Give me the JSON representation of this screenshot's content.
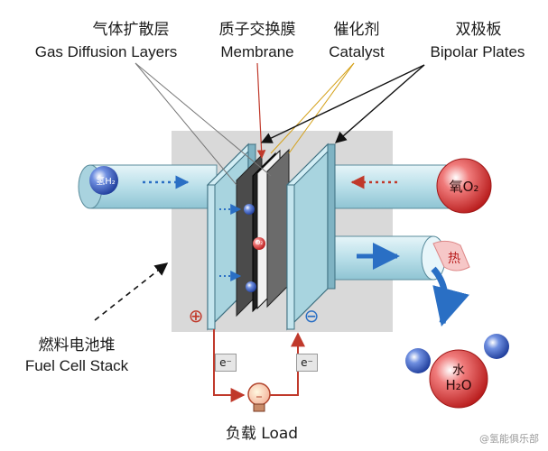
{
  "labels": {
    "gdl_cn": "气体扩散层",
    "gdl_en": "Gas Diffusion Layers",
    "membrane_cn": "质子交换膜",
    "membrane_en": "Membrane",
    "catalyst_cn": "催化剂",
    "catalyst_en": "Catalyst",
    "bipolar_cn": "双极板",
    "bipolar_en": "Bipolar Plates",
    "stack_cn": "燃料电池堆",
    "stack_en": "Fuel Cell Stack",
    "load": "负载  Load"
  },
  "species": {
    "hydrogen": "氢H₂",
    "oxygen_cn": "氧",
    "oxygen_formula": "O₂",
    "heat": "热",
    "water_cn": "水",
    "water_formula": "H₂O",
    "proton_in_membrane": "O₂"
  },
  "electrodes": {
    "anode_symbol": "⊕",
    "cathode_symbol": "⊖",
    "electron": "e⁻"
  },
  "watermark": "@氢能俱乐部",
  "colors": {
    "pipe": "#bfe3ec",
    "pipe_edge": "#5a8c9c",
    "stack_bg": "#d9d9d9",
    "plate": "#a8d4df",
    "electron_arrow": "#c0392b",
    "flow_blue": "#2a6fc4"
  }
}
